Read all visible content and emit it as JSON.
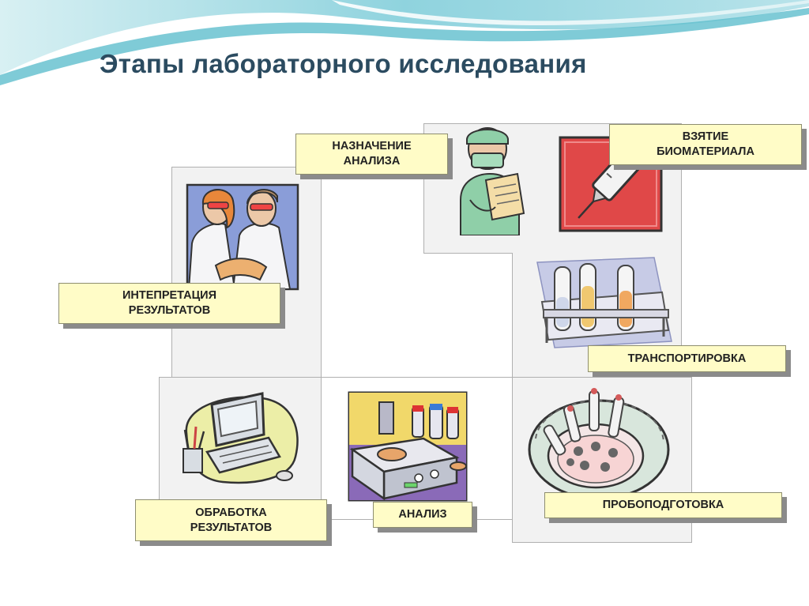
{
  "slide": {
    "title": "Этапы лабораторного исследования"
  },
  "stages": {
    "assignment": "НАЗНАЧЕНИЕ\nАНАЛИЗА",
    "sampling": "ВЗЯТИЕ\nБИОМАТЕРИАЛА",
    "transportation": "ТРАНСПОРТИРОВКА",
    "sample_preparation": "ПРОБОПОДГОТОВКА",
    "analysis": "АНАЛИЗ",
    "processing": "ОБРАБОТКА\nРЕЗУЛЬТАТОВ",
    "interpretation": "ИНТЕПРЕТАЦИЯ\nРЕЗУЛЬТАТОВ"
  },
  "colors": {
    "title": "#2b4b60",
    "label_fill": "#fffcc7",
    "label_shadow": "#8b8b8b",
    "panel_fill": "#f2f2f2",
    "wave_teal": "#7fcdd9"
  },
  "illustrations": [
    "doctor-with-clipboard-icon",
    "syringe-icon",
    "test-tubes-rack-icon",
    "centrifuge-icon",
    "lab-analyzer-icon",
    "computer-icon",
    "scientists-icon"
  ]
}
